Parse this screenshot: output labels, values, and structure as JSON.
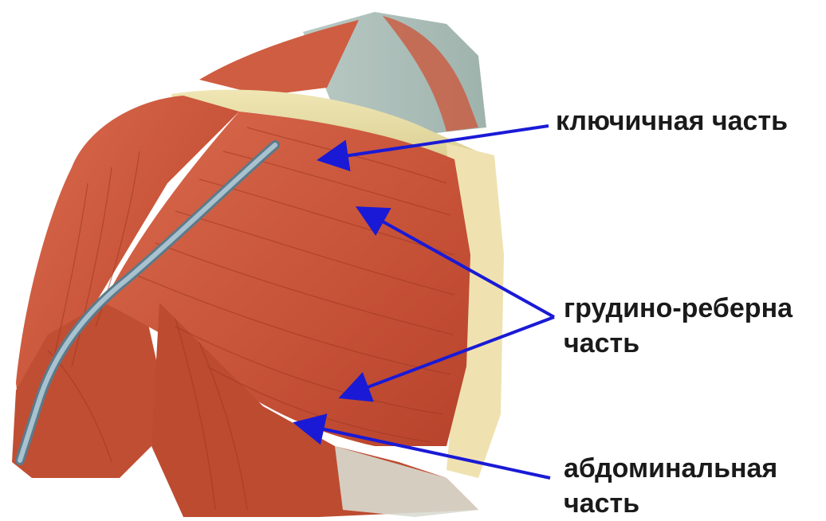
{
  "figure": {
    "subject": "pectoralis major muscle illustration",
    "colors": {
      "muscle": "#c9553a",
      "arrow": "#1a1ad6",
      "text": "#1a1a1a"
    }
  },
  "labels": {
    "clavicular": {
      "line1": "ключичная часть"
    },
    "sternocostal": {
      "line1": "грудино-реберна",
      "line2": "часть"
    },
    "abdominal": {
      "line1": "абдоминальная",
      "line2": "часть"
    }
  }
}
